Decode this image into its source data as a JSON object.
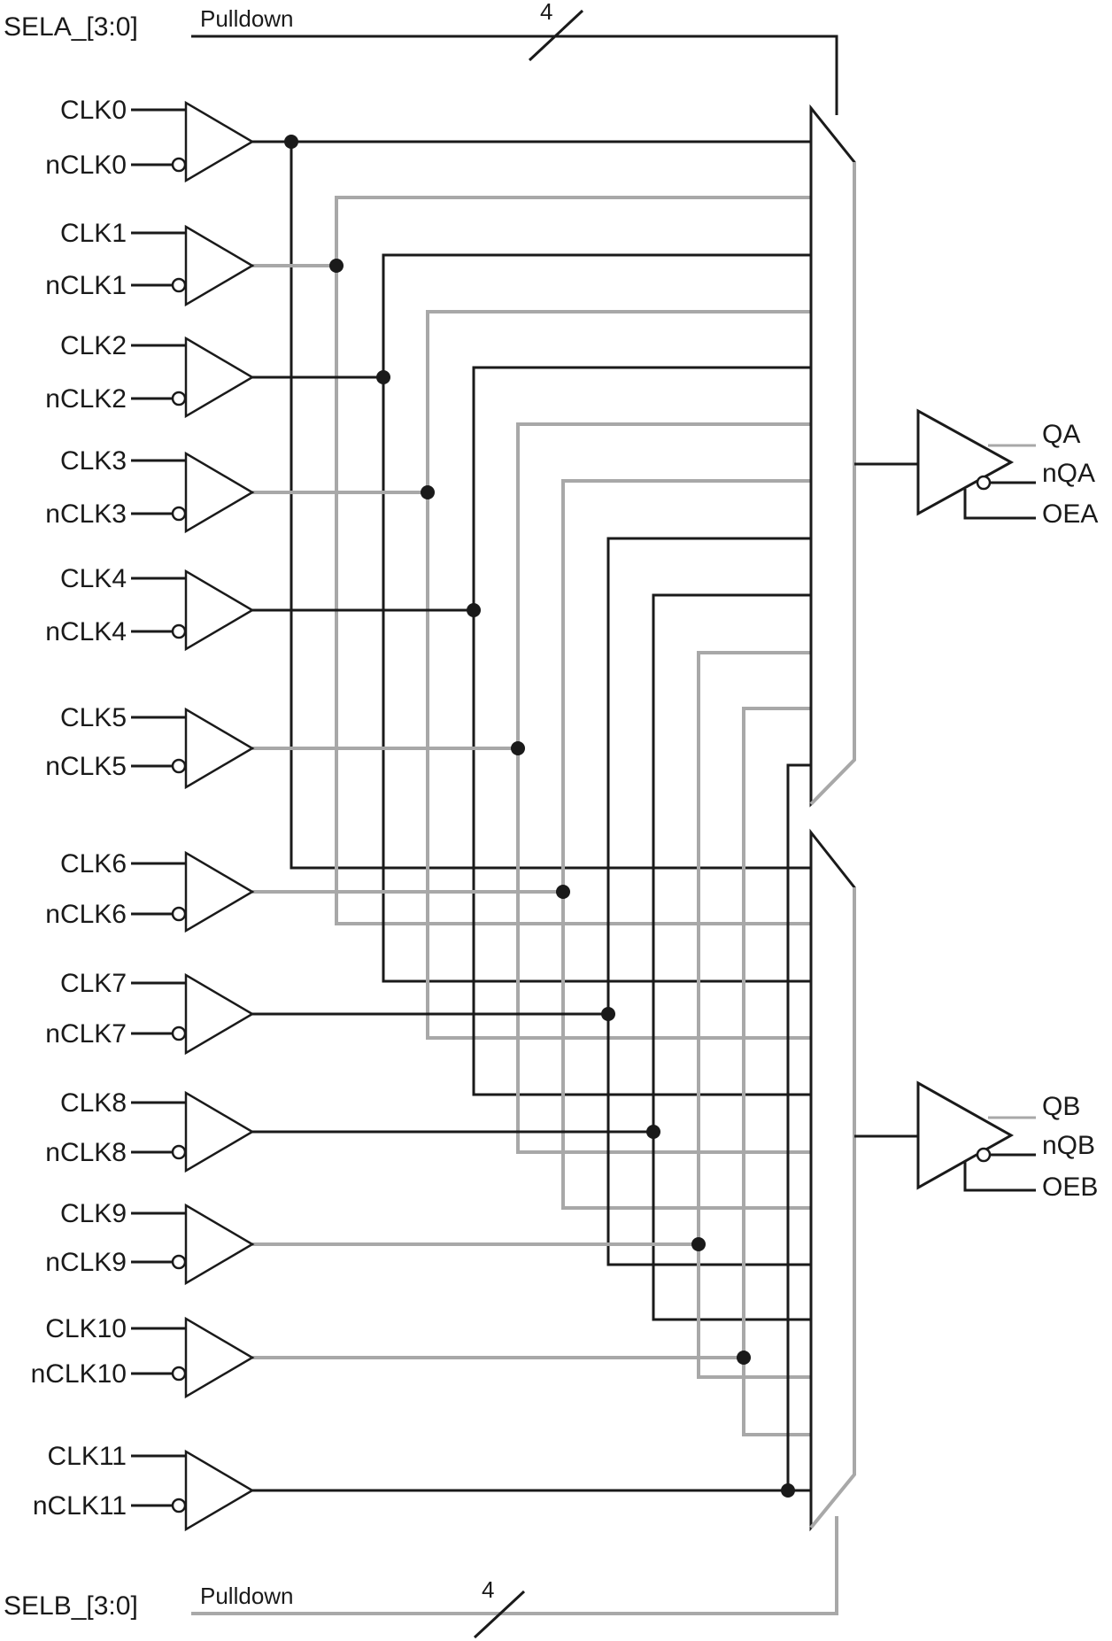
{
  "select_a": {
    "name": "SELA_[3:0]",
    "pull": "Pulldown",
    "width": "4"
  },
  "select_b": {
    "name": "SELB_[3:0]",
    "pull": "Pulldown",
    "width": "4"
  },
  "inputs": [
    {
      "pos": "CLK0",
      "neg": "nCLK0"
    },
    {
      "pos": "CLK1",
      "neg": "nCLK1"
    },
    {
      "pos": "CLK2",
      "neg": "nCLK2"
    },
    {
      "pos": "CLK3",
      "neg": "nCLK3"
    },
    {
      "pos": "CLK4",
      "neg": "nCLK4"
    },
    {
      "pos": "CLK5",
      "neg": "nCLK5"
    },
    {
      "pos": "CLK6",
      "neg": "nCLK6"
    },
    {
      "pos": "CLK7",
      "neg": "nCLK7"
    },
    {
      "pos": "CLK8",
      "neg": "nCLK8"
    },
    {
      "pos": "CLK9",
      "neg": "nCLK9"
    },
    {
      "pos": "CLK10",
      "neg": "nCLK10"
    },
    {
      "pos": "CLK11",
      "neg": "nCLK11"
    }
  ],
  "output_a": {
    "q": "QA",
    "nq": "nQA",
    "oe": "OEA"
  },
  "output_b": {
    "q": "QB",
    "nq": "nQB",
    "oe": "OEB"
  },
  "colors": {
    "wire": "#1a1a1a",
    "alt_wire": "#a8a8a8",
    "background": "#ffffff"
  }
}
